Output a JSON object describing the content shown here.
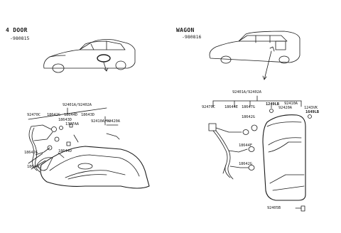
{
  "left": {
    "header": "4 DOOR",
    "subheader": "-980815",
    "parts": {
      "assy": "92401A/92402A",
      "p1": "92470C",
      "p2": "18642G",
      "p3": "18644D",
      "p4": "18643D",
      "p5": "18643D",
      "p6": "1327AA",
      "p7": "92410A/92420A",
      "p8": "18642G",
      "p9": "18644D",
      "p10": "18644C"
    }
  },
  "right": {
    "header": "WAGON",
    "subheader": "-980816",
    "parts": {
      "assy": "92401A/92402A",
      "p1": "92470C",
      "p2": "18644E",
      "p3": "18647G",
      "p4": "1249LB",
      "p5": "92410A",
      "p6": "92420A",
      "p7": "1243VK",
      "p8": "1649LB",
      "p9": "18642G",
      "p10": "18644F",
      "p11": "18642G",
      "p12": "92405B"
    }
  }
}
